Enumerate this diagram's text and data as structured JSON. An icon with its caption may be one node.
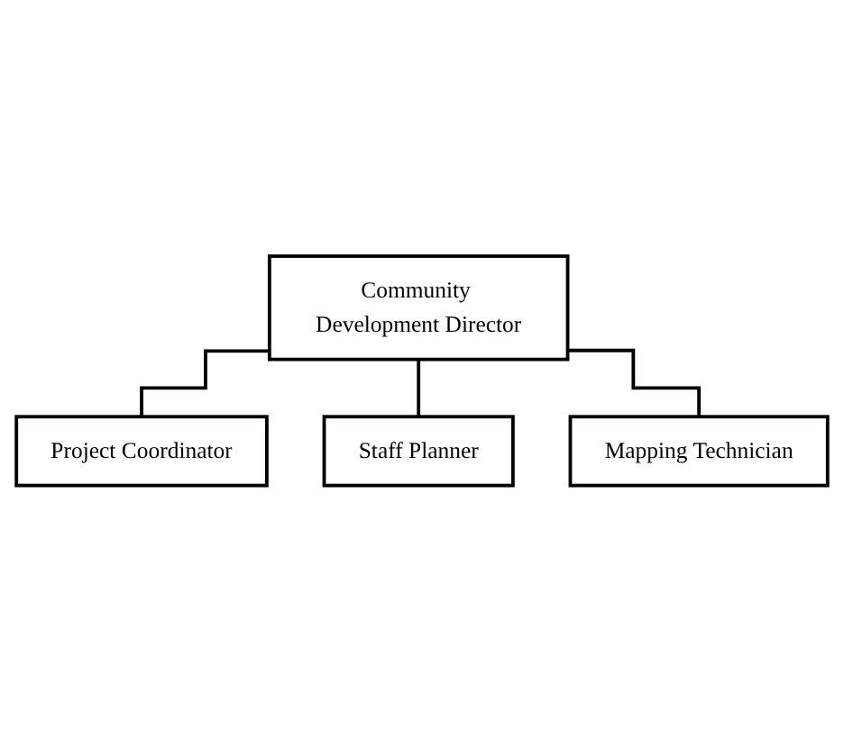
{
  "diagram": {
    "nodes": [
      {
        "text": [
          "Community Development Director"
        ]
      },
      {
        "text": [
          "Project Coordinator"
        ]
      },
      {
        "text": [
          "Staff Planner"
        ]
      },
      {
        "text": [
          "Mapping Technician"
        ]
      }
    ],
    "edges": [
      {
        "from": 0,
        "to": 1,
        "arrow": "none"
      },
      {
        "from": 0,
        "to": 2,
        "arrow": "none"
      },
      {
        "from": 0,
        "to": 3,
        "arrow": "none"
      }
    ]
  }
}
